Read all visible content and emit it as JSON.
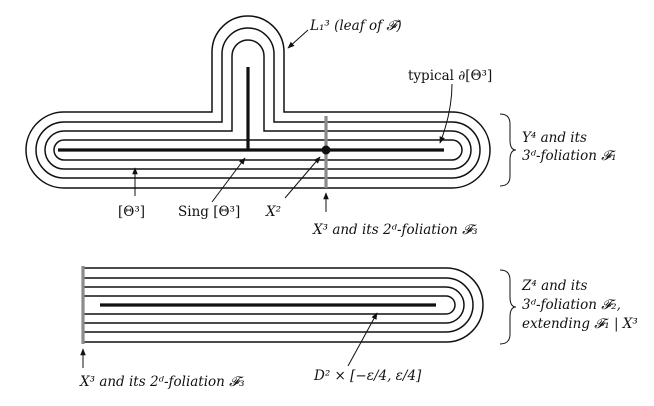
{
  "top_figure": {
    "leaf_label": "L₁³ (leaf of 𝓕)",
    "boundary_label": "typical ∂[Θ³]",
    "theta_label": "[Θ³]",
    "sing_label": "Sing [Θ³]",
    "x2_label": "X²",
    "x3_label": "X³ and its 2ᵈ-foliation 𝓕₃",
    "brace_line1": "Y⁴ and its",
    "brace_line2": "3ᵈ-foliation 𝓕₁"
  },
  "bottom_figure": {
    "brace_line1": "Z⁴ and its",
    "brace_line2": "3ᵈ-foliation 𝓕₂,",
    "brace_line3": "extending 𝓕₁ | X³",
    "x3_label": "X³ and its 2ᵈ-foliation 𝓕₃",
    "disk_label": "D² × [−ε/4, ε/4]"
  }
}
